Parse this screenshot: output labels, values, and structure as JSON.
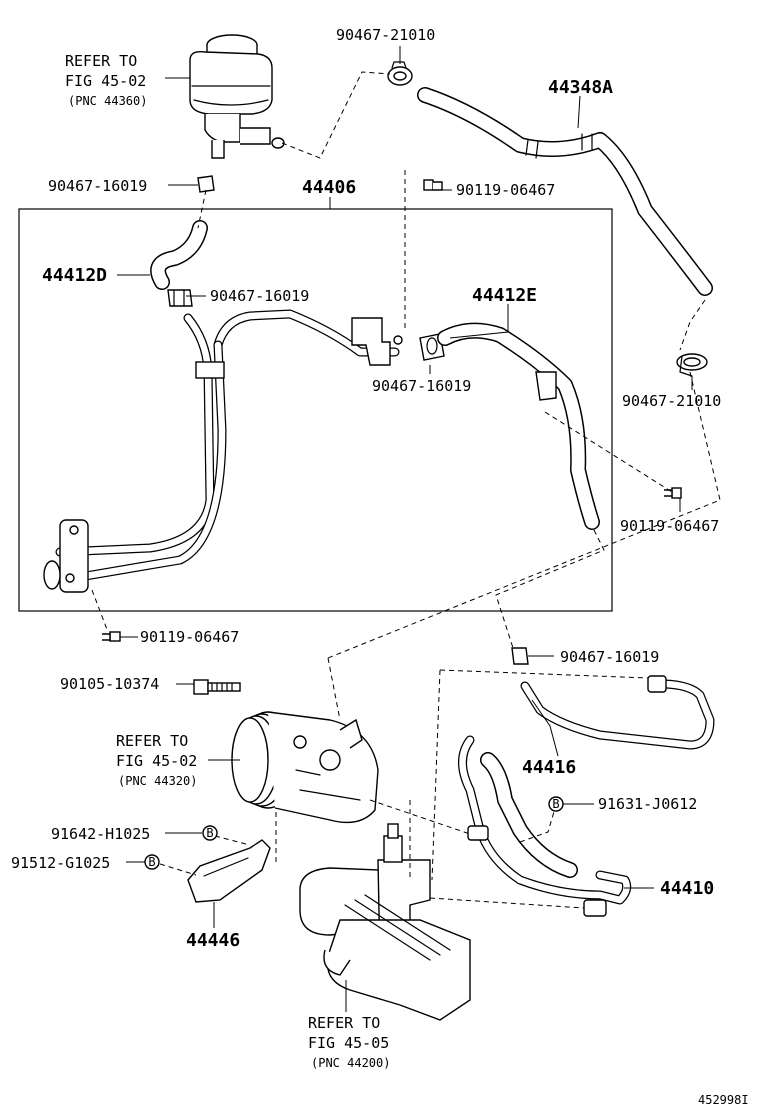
{
  "labels": {
    "reservoir_ref": [
      "REFER TO",
      "FIG 45-02",
      "(PNC 44360)"
    ],
    "pump_ref": [
      "REFER TO",
      "FIG 45-02",
      "(PNC 44320)"
    ],
    "gear_ref": [
      "REFER TO",
      "FIG 45-05",
      "(PNC 44200)"
    ],
    "p_90467_21010_top": "90467-21010",
    "p_44348A": "44348A",
    "p_90467_16019_a": "90467-16019",
    "p_90119_06467_a": "90119-06467",
    "p_44406": "44406",
    "p_44412D": "44412D",
    "p_90467_16019_b": "90467-16019",
    "p_44412E": "44412E",
    "p_90467_16019_c": "90467-16019",
    "p_90467_21010_right": "90467-21010",
    "p_90119_06467_b": "90119-06467",
    "p_90119_06467_c": "90119-06467",
    "p_90105_10374": "90105-10374",
    "p_90467_16019_d": "90467-16019",
    "p_44416": "44416",
    "p_91631_J0612": "91631-J0612",
    "p_91642_H1025": "91642-H1025",
    "p_91512_G1025": "91512-G1025",
    "p_44410": "44410",
    "p_44446": "44446",
    "marker_b": "B",
    "figure_id": "452998I"
  }
}
